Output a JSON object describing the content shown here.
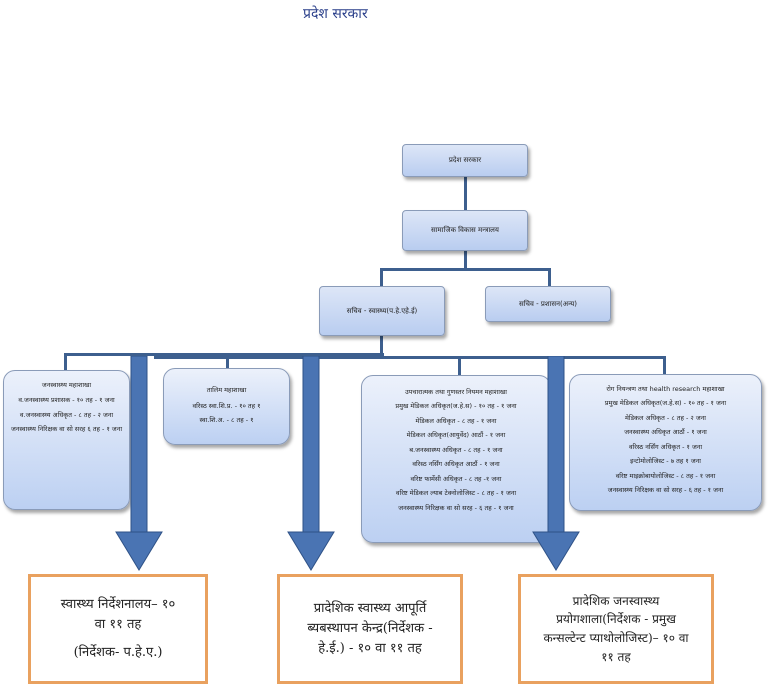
{
  "page_title": "प्रदेश सरकार",
  "org": {
    "root": "प्रदेश सरकार",
    "ministry": "सामाजिक विकास मन्त्रालय",
    "secretaries": [
      "सचिव - स्वास्थ्य(प.हे.एहे.ई)",
      "सचिव - प्रशासन(अन्य)"
    ],
    "divisions": [
      {
        "title": "जनस्वास्थ्य महाशाखा",
        "lines": [
          "व.जनस्वास्थ्य प्रशासक - १० तह - १ जना",
          "व.जनस्वास्थ्य अधिकृत - ८ तह - २ जना",
          "जनस्वास्थ्य निरिक्षक वा सो सरह ६ तह - १ जना"
        ]
      },
      {
        "title": "तालिम महाशाखा",
        "lines": [
          "वरिस्ठ स्वा.शि.प्र. - १० तह १",
          "स्वा.शि.अ. - ८ तह - १"
        ]
      },
      {
        "title": "उपचारात्मक तथा गुणस्तर नियमन महाशाखा",
        "lines": [
          "प्रमुख मेडिकल अधिकृत(ज.हे.स) - १० तह - १ जना",
          "मेडिकल अधिकृत - ८ तह - १ जना",
          "मेडिकल अधिकृत(आयुर्वेद) आठौं - १ जना",
          "ब.जनस्वास्थ्य अधिकृत - ८ तह - १ जना",
          "वरिस्ठ नर्सिंग अधिकृत आठौं - १ जना",
          "वरिष्ट फार्मेसी अधिकृत - ८ तह -१ जना",
          "वरिष्ट मेडिकल ल्याब टेक्नोलोजिस्ट - ८ तह - १ जना",
          "जनस्वास्थ्य निरिक्षक वा सो सरह - ६ तह - १ जना"
        ]
      },
      {
        "title": "रोग नियन्त्रण तथा health research महाशाखा",
        "lines": [
          "प्रमुख मेडिकल अधिकृत(ज.हे.स) - १० तह - १ जना",
          "मेडिकल अधिकृत - ८ तह - २ जना",
          "जनस्वास्थ्य अधिकृत आठौं - १ जना",
          "वरिस्ठ नर्सिंग अधिकृत - १ जना",
          "इन्टोमोलोजिस्ट - ७ तह १ जना",
          "वरिष्ट माइक्रोबायोलोजिस्ट - ८ तह - १ जना",
          "जनस्वास्थ्य निरिक्षक वा सो सरह - ६ तह - १ जना"
        ]
      }
    ],
    "outputs": [
      {
        "lines": [
          "स्वास्थ्य निर्देशनालय– १०",
          "वा ११ तह",
          "(निर्देशक- प.हे.ए.)"
        ]
      },
      {
        "lines": [
          "प्रादेशिक स्वास्थ्य आपूर्ति",
          "ब्यबस्थापन केन्द्र(निर्देशक -",
          "हे.ई.) - १० वा ११ तह"
        ]
      },
      {
        "lines": [
          "प्रादेशिक जनस्वास्थ्य",
          "प्रयोगशाला(निर्देशक - प्रमुख",
          "कन्सल्टेन्ट प्याथोलोजिस्ट)– १० वा",
          "११ तह"
        ]
      }
    ]
  },
  "colors": {
    "connector": "#3d5f8e",
    "arrow": "#4a74b3",
    "output_border": "#e9a15f",
    "title_text": "#2a3f8a"
  }
}
